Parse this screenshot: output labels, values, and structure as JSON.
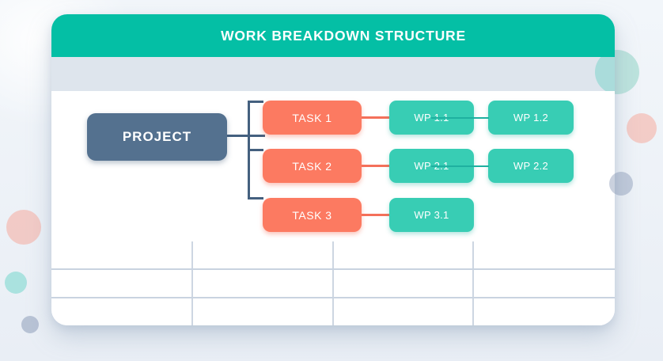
{
  "header": {
    "title": "WORK BREAKDOWN STRUCTURE"
  },
  "diagram": {
    "root": {
      "label": "PROJECT"
    },
    "branches": [
      {
        "task": {
          "label": "TASK 1"
        },
        "work_packages": [
          {
            "label": "WP 1.1"
          },
          {
            "label": "WP 1.2"
          }
        ]
      },
      {
        "task": {
          "label": "TASK 2"
        },
        "work_packages": [
          {
            "label": "WP 2.1"
          },
          {
            "label": "WP 2.2"
          }
        ]
      },
      {
        "task": {
          "label": "TASK 3"
        },
        "work_packages": [
          {
            "label": "WP 3.1"
          }
        ]
      }
    ]
  },
  "table": {
    "columns": 4,
    "rows": 3,
    "cells": [
      [
        "",
        "",
        "",
        ""
      ],
      [
        "",
        "",
        "",
        ""
      ],
      [
        "",
        "",
        "",
        ""
      ]
    ]
  },
  "colors": {
    "header_teal": "#04bfa5",
    "wp_teal": "#38cdb4",
    "task_coral": "#fc7a61",
    "project_slate": "#54718f",
    "connector_dark": "#44607f",
    "connector_teal": "#1fb0a0",
    "connector_orange": "#f4705a",
    "band_gray": "#dee5ed",
    "grid_line": "#cdd6e2",
    "background": "#eff3f8"
  }
}
